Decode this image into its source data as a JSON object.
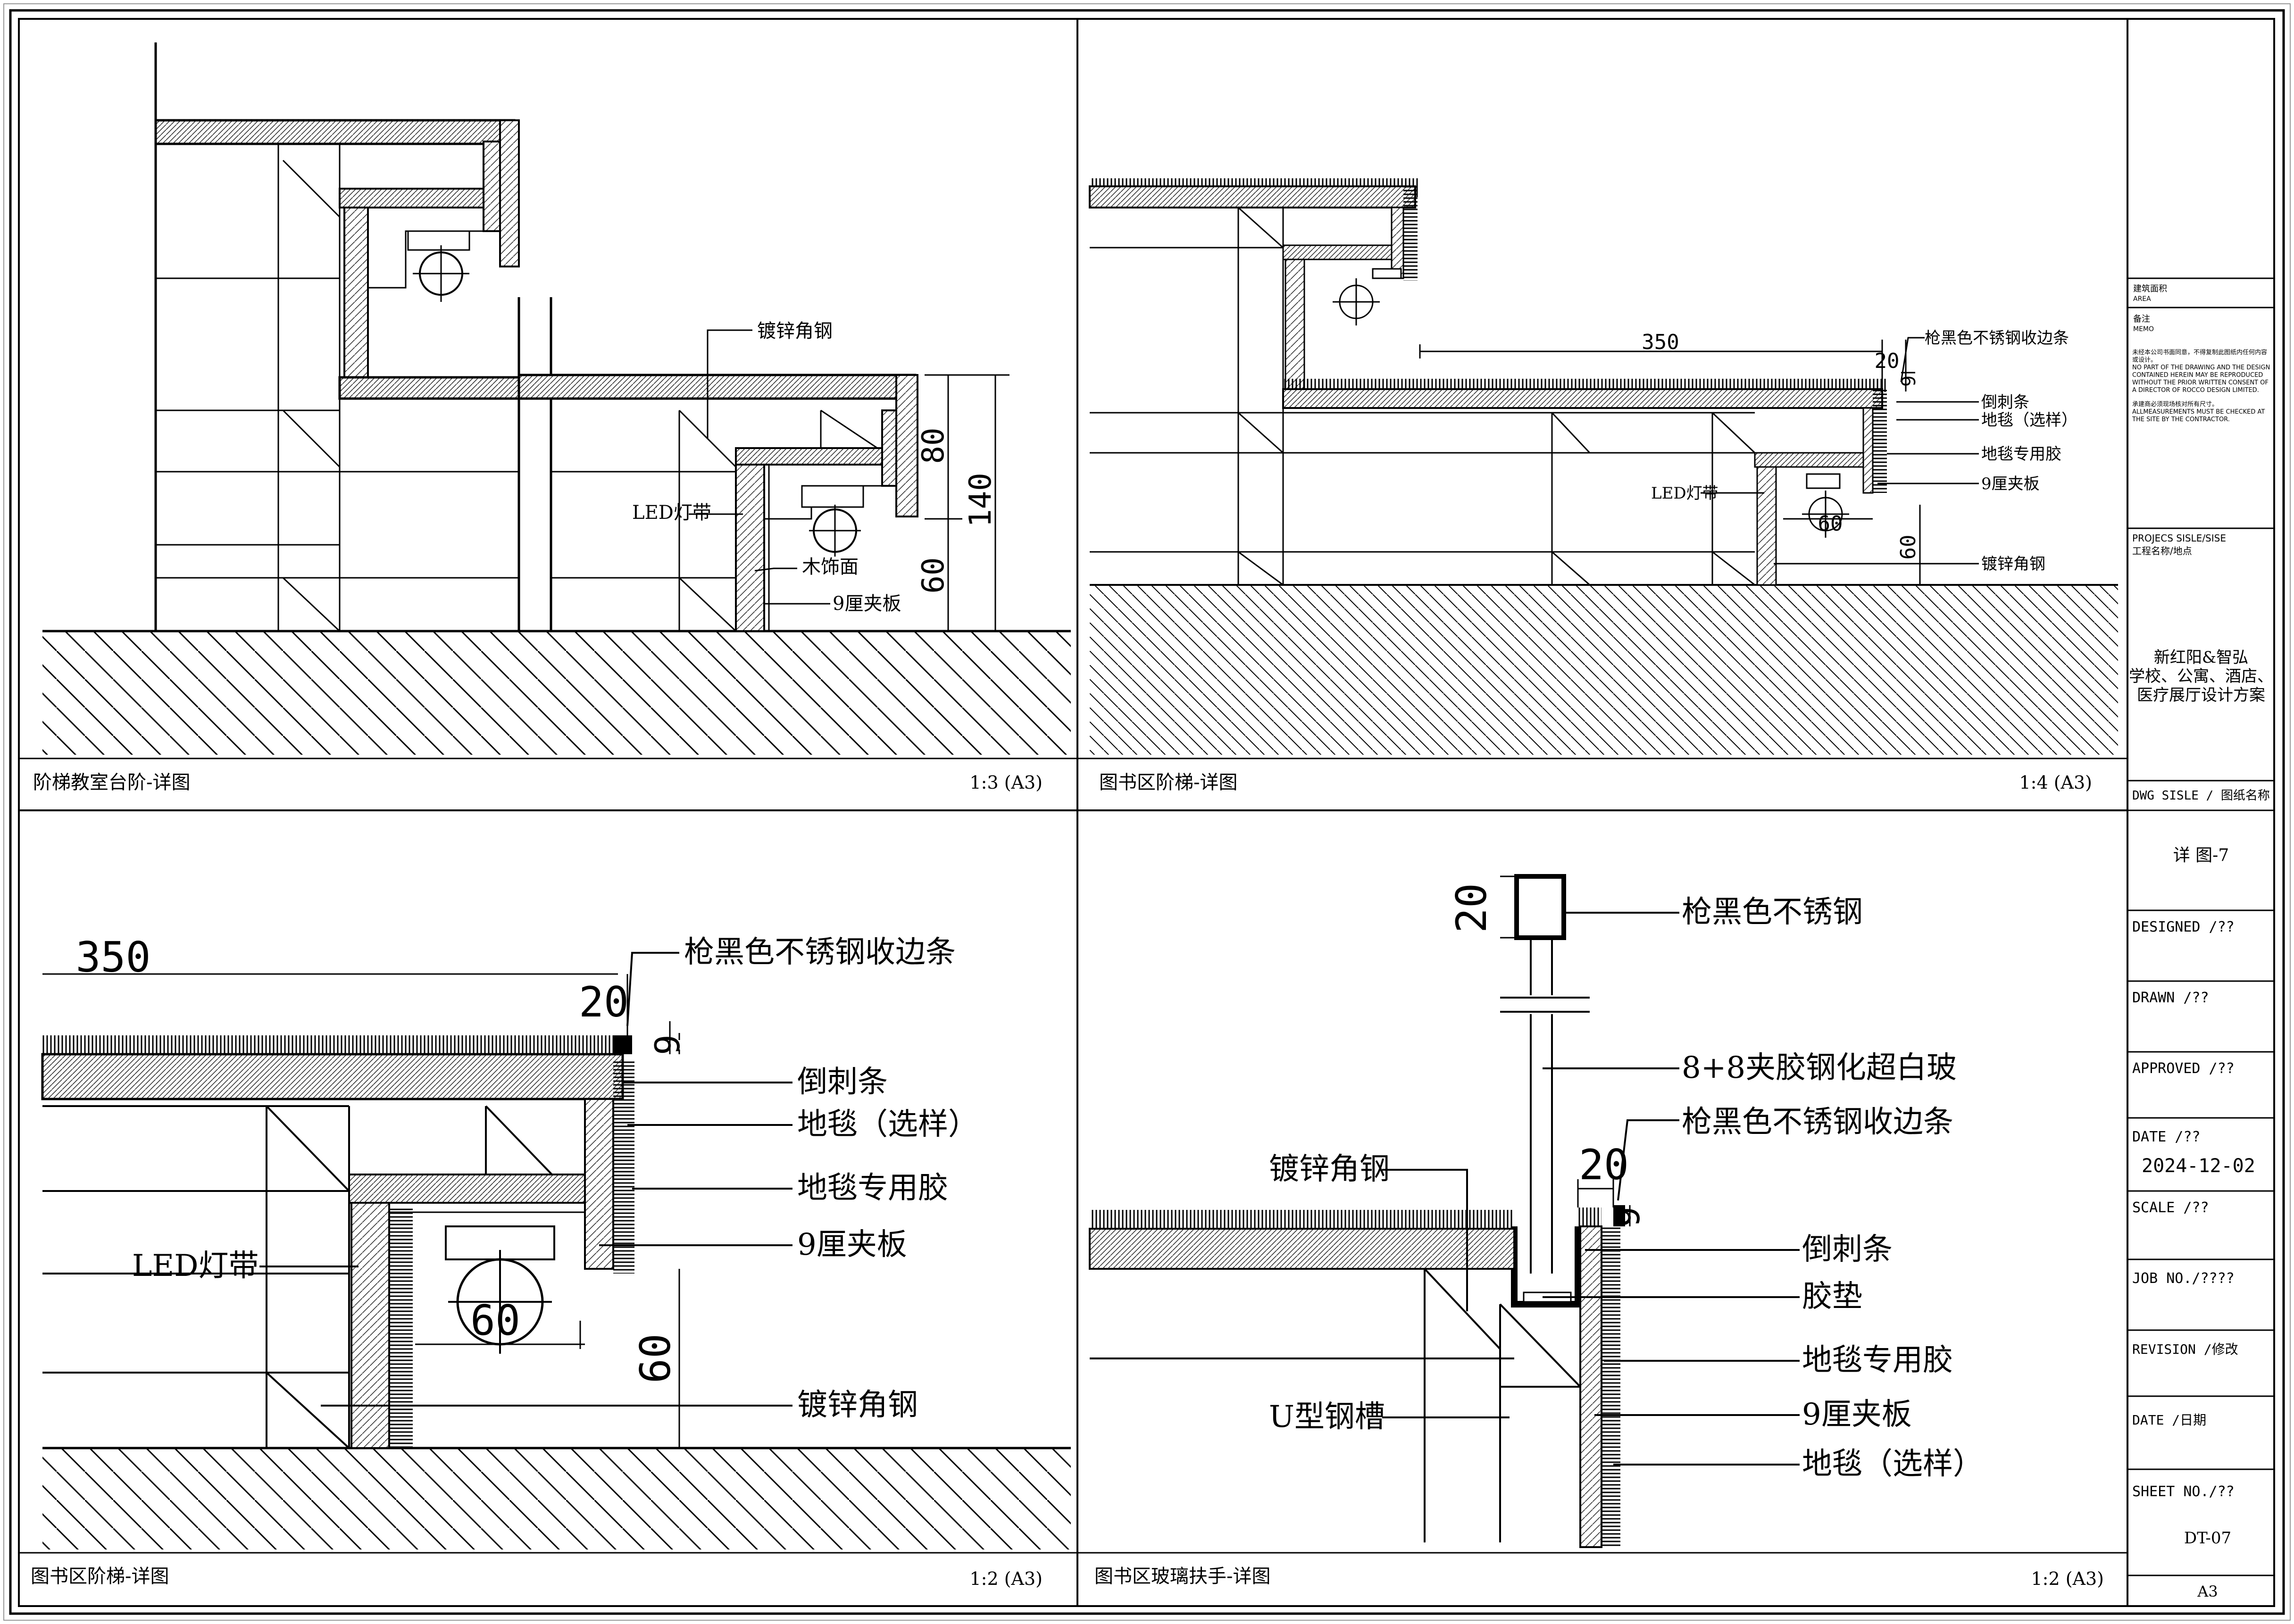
{
  "panels": {
    "p1": {
      "title": "阶梯教室台阶-详图",
      "scale": "1:3 (A3)",
      "labels": {
        "angle_steel": "镀锌角钢",
        "led": "LED灯带",
        "wood": "木饰面",
        "plywood": "9厘夹板"
      },
      "dims": {
        "d80": "80",
        "d140": "140",
        "d60": "60"
      }
    },
    "p2": {
      "title": "图书区阶梯-详图",
      "scale": "1:4 (A3)",
      "labels": {
        "trim": "枪黑色不锈钢收边条",
        "gripper": "倒刺条",
        "carpet": "地毯（选样）",
        "glue": "地毯专用胶",
        "plywood": "9厘夹板",
        "led": "LED灯带",
        "angle_steel": "镀锌角钢"
      },
      "dims": {
        "d350": "350",
        "d20": "20",
        "d9": "9",
        "d60a": "60",
        "d60b": "60"
      }
    },
    "p3": {
      "title": "图书区阶梯-详图",
      "scale": "1:2 (A3)",
      "labels": {
        "trim": "枪黑色不锈钢收边条",
        "gripper": "倒刺条",
        "carpet": "地毯（选样）",
        "glue": "地毯专用胶",
        "plywood": "9厘夹板",
        "led": "LED灯带",
        "angle_steel": "镀锌角钢"
      },
      "dims": {
        "d350": "350",
        "d20": "20",
        "d9": "9",
        "d60a": "60",
        "d60b": "60"
      }
    },
    "p4": {
      "title": "图书区玻璃扶手-详图",
      "scale": "1:2 (A3)",
      "labels": {
        "steel": "枪黑色不锈钢",
        "glass": "8+8夹胶钢化超白玻",
        "trim": "枪黑色不锈钢收边条",
        "angle_steel": "镀锌角钢",
        "gripper": "倒刺条",
        "pad": "胶垫",
        "glue": "地毯专用胶",
        "channel": "U型钢槽",
        "plywood": "9厘夹板",
        "carpet": "地毯（选样）"
      },
      "dims": {
        "d20a": "20",
        "d20b": "20",
        "d9": "9"
      }
    }
  },
  "title_block": {
    "area_cn": "建筑面积",
    "area_en": "AREA",
    "memo_cn": "备注",
    "memo_en": "MEMO",
    "memo_text_1": "未经本公司书面同意，不得复制此图纸内任何内容或设计。",
    "memo_text_2": "NO PART OF THE DRAWING AND THE DESIGN CONTAINED HEREIN MAY BE REPRODUCED WITHOUT THE PRIOR WRITTEN CONSENT OF A DIRECTOR OF ROCCO DESIGN LIMITED.",
    "memo_text_3": "承建商必须现场核对所有尺寸。",
    "memo_text_4": "ALLMEASUREMENTS MUST BE CHECKED AT THE SITE BY THE CONTRACTOR.",
    "project_label": "PROJECS SISLE/SISE",
    "project_label_cn": "工程名称/地点",
    "project_name_1": "新红阳&智弘",
    "project_name_2": "学校、公寓、酒店、",
    "project_name_3": "医疗展厅设计方案",
    "dwg_label": "DWG SISLE / 图纸名称",
    "dwg_name": "详 图-7",
    "designed": "DESIGNED /??",
    "drawn": "DRAWN /??",
    "approved": "APPROVED /??",
    "date_label": "DATE /??",
    "date_value": "2024-12-02",
    "scale_label": "SCALE /??",
    "job_no": "JOB NO./????",
    "revision": "REVISION /修改",
    "date_cn": "DATE /日期",
    "sheet_no": "SHEET NO./??",
    "sheet_value": "DT-07",
    "paper": "A3"
  }
}
